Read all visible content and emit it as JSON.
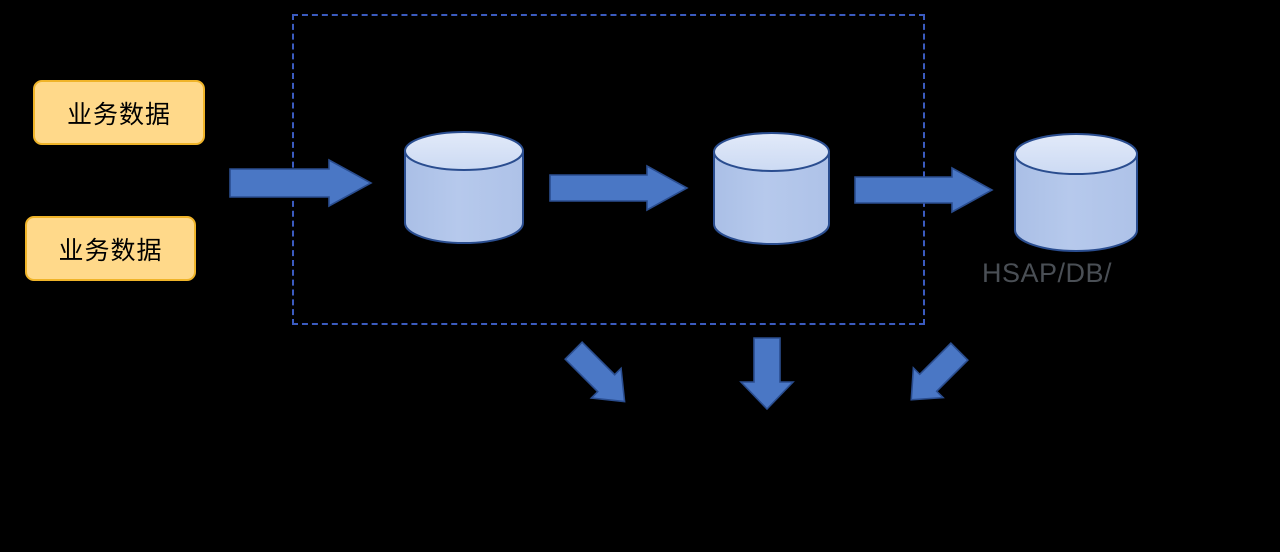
{
  "diagram": {
    "title": "data pipeline diagram",
    "background_color": "#000000",
    "palette": {
      "source_box_fill": "#ffd98a",
      "source_box_border": "#f0b429",
      "arrow_fill": "#4a77c5",
      "arrow_stroke": "#2a4d8f",
      "cylinder_body_fill": "#b1c6ea",
      "cylinder_top_fill": "#d3e0f5",
      "cylinder_stroke": "#2a4d8f",
      "dashed_border": "#3b5bbf",
      "caption_text": "#4a4f55"
    },
    "source_boxes": [
      {
        "label": "业务数据"
      },
      {
        "label": "业务数据"
      }
    ],
    "stores": [
      {
        "label": ""
      },
      {
        "label": ""
      },
      {
        "label": "HSAP/DB/"
      }
    ],
    "flow_arrows": [
      {
        "name": "ingest-arrow",
        "direction": "right"
      },
      {
        "name": "stage-arrow",
        "direction": "right"
      },
      {
        "name": "serve-arrow",
        "direction": "right"
      }
    ],
    "output_arrows": [
      {
        "name": "output-arrow-left",
        "direction": "down-right"
      },
      {
        "name": "output-arrow-center",
        "direction": "down"
      },
      {
        "name": "output-arrow-right",
        "direction": "down-left"
      }
    ]
  }
}
